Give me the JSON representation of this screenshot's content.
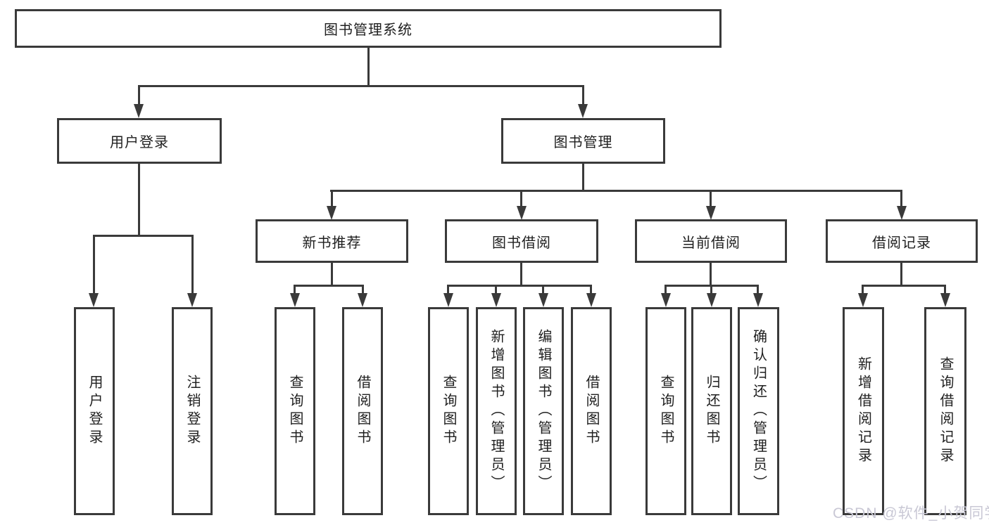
{
  "tree": {
    "label": "图书管理系统",
    "children": [
      {
        "label": "用户登录",
        "children": [
          {
            "label": "用户登录"
          },
          {
            "label": "注销登录"
          }
        ]
      },
      {
        "label": "图书管理",
        "children": [
          {
            "label": "新书推荐",
            "children": [
              {
                "label": "查询图书"
              },
              {
                "label": "借阅图书"
              }
            ]
          },
          {
            "label": "图书借阅",
            "children": [
              {
                "label": "查询图书"
              },
              {
                "label": "新增图书（管理员）"
              },
              {
                "label": "编辑图书（管理员）"
              },
              {
                "label": "借阅图书"
              }
            ]
          },
          {
            "label": "当前借阅",
            "children": [
              {
                "label": "查询图书"
              },
              {
                "label": "归还图书"
              },
              {
                "label": "确认归还（管理员）"
              }
            ]
          },
          {
            "label": "借阅记录",
            "children": [
              {
                "label": "新增借阅记录"
              },
              {
                "label": "查询借阅记录"
              }
            ]
          }
        ]
      }
    ]
  },
  "watermark": {
    "text": "CSDN @软件_小贺同学"
  },
  "colors": {
    "line": "#3a3a3a",
    "text": "#1f1f1f",
    "watermark": "#c9c8d5"
  }
}
